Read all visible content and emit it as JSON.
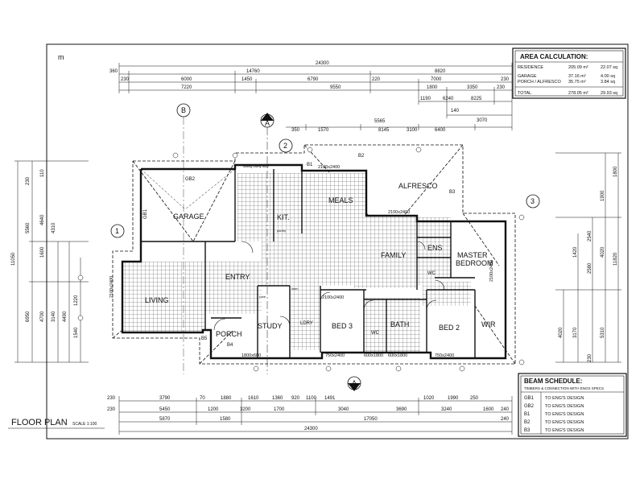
{
  "drawing": {
    "title": "FLOOR PLAN",
    "scale": "SCALE 1:100",
    "corner_mark": "m"
  },
  "area_calculation": {
    "title": "AREA CALCULATION:",
    "rows": [
      {
        "label": "RESIDENCE",
        "m2": "205.09 m²",
        "sq": "22.07 sq"
      },
      {
        "label": "GARAGE",
        "m2": "37.16 m²",
        "sq": "4.00 sq"
      },
      {
        "label": "PORCH / ALFRESCO",
        "m2": "35.75 m²",
        "sq": "3.84 sq"
      },
      {
        "label": "TOTAL",
        "m2": "278.05 m²",
        "sq": "29.93 sq"
      }
    ]
  },
  "beam_schedule": {
    "title": "BEAM SCHEDULE:",
    "note": "TIMBERS & CONNECTION WITH ENGS SPECS",
    "rows": [
      {
        "code": "GB1",
        "desc": "TO ENG'S DESIGN"
      },
      {
        "code": "GB2",
        "desc": "TO ENG'S DESIGN"
      },
      {
        "code": "B1",
        "desc": "TO ENG'S DESIGN"
      },
      {
        "code": "B2",
        "desc": "TO ENG'S DESIGN"
      },
      {
        "code": "B3",
        "desc": "TO ENG'S DESIGN"
      }
    ]
  },
  "rooms": {
    "garage": "GARAGE",
    "kit": "KIT.",
    "meals": "MEALS",
    "alfresco": "ALFRESCO",
    "living": "LIVING",
    "entry": "ENTRY",
    "family": "FAMILY",
    "master_bedroom_1": "MASTER",
    "master_bedroom_2": "BEDROOM",
    "ens": "ENS",
    "wc_upper": "WC",
    "study": "STUDY",
    "lndry": "LDRY",
    "bed3": "BED 3",
    "wc_lower": "WC",
    "bath": "BATH",
    "bed2": "BED 2",
    "wir": "WIR",
    "porch": "PORCH"
  },
  "section_markers": {
    "a_top": "A",
    "a_bottom": "A",
    "b": "B",
    "one": "1",
    "two": "2",
    "three": "3"
  },
  "beam_labels": {
    "gb1": "GB1",
    "gb2": "GB2",
    "b1": "B1",
    "b2": "B2",
    "b3": "B3",
    "b4": "B4",
    "b5": "B5"
  },
  "window_labels": {
    "w_living": "2100x2400",
    "w_meals": "2100x2400",
    "w_alfresco": "2100x2400",
    "w_study": "1800x600",
    "w_bed3": "750x2400",
    "w_bath": "600x1800",
    "w_bed2": "750x2400",
    "w_wc": "600x1800",
    "w_bed3_top": "2100x2400",
    "w_master": "2100x2400"
  },
  "top_dimensions": {
    "overall": "24300",
    "row2": [
      "360",
      "14760",
      "8820"
    ],
    "row3": [
      "230",
      "6000",
      "1450",
      "6790",
      "220",
      "7000",
      "230"
    ],
    "row4": [
      "7220",
      "9550",
      "1800",
      "3350",
      "230"
    ],
    "row5": [
      "1190",
      "6240",
      "8225"
    ],
    "row6": [
      "140",
      "3070"
    ],
    "row7": [
      "350",
      "1570",
      "8145",
      "5565",
      "3100",
      "6400"
    ]
  },
  "bottom_dimensions": {
    "row1": [
      "230",
      "3790",
      "70",
      "1880",
      "1610",
      "1360",
      "920",
      "1100",
      "1491",
      "1020",
      "1990",
      "250"
    ],
    "row2": [
      "230",
      "5450",
      "1200",
      "3200",
      "1700",
      "3040",
      "3690",
      "3240",
      "1600",
      "240"
    ],
    "row3": [
      "5870",
      "1580",
      "17050",
      "240"
    ],
    "overall": "24300"
  },
  "left_dimensions": {
    "outer": [
      "11050",
      "6950",
      "4700"
    ],
    "inner": [
      "5560",
      "4640",
      "1600",
      "4310",
      "230",
      "110"
    ],
    "lower": [
      "3140",
      "4490",
      "1540",
      "1220"
    ]
  },
  "right_dimensions": {
    "outer": [
      "11820",
      "1800",
      "4020",
      "5310"
    ],
    "inner": [
      "1900",
      "2540",
      "2580",
      "1420",
      "230"
    ],
    "lower": [
      "3170",
      "4020"
    ]
  },
  "notes": {
    "note1": "sliding cavity door",
    "note2": "pantry",
    "note3": "robe",
    "note4": "linen"
  }
}
